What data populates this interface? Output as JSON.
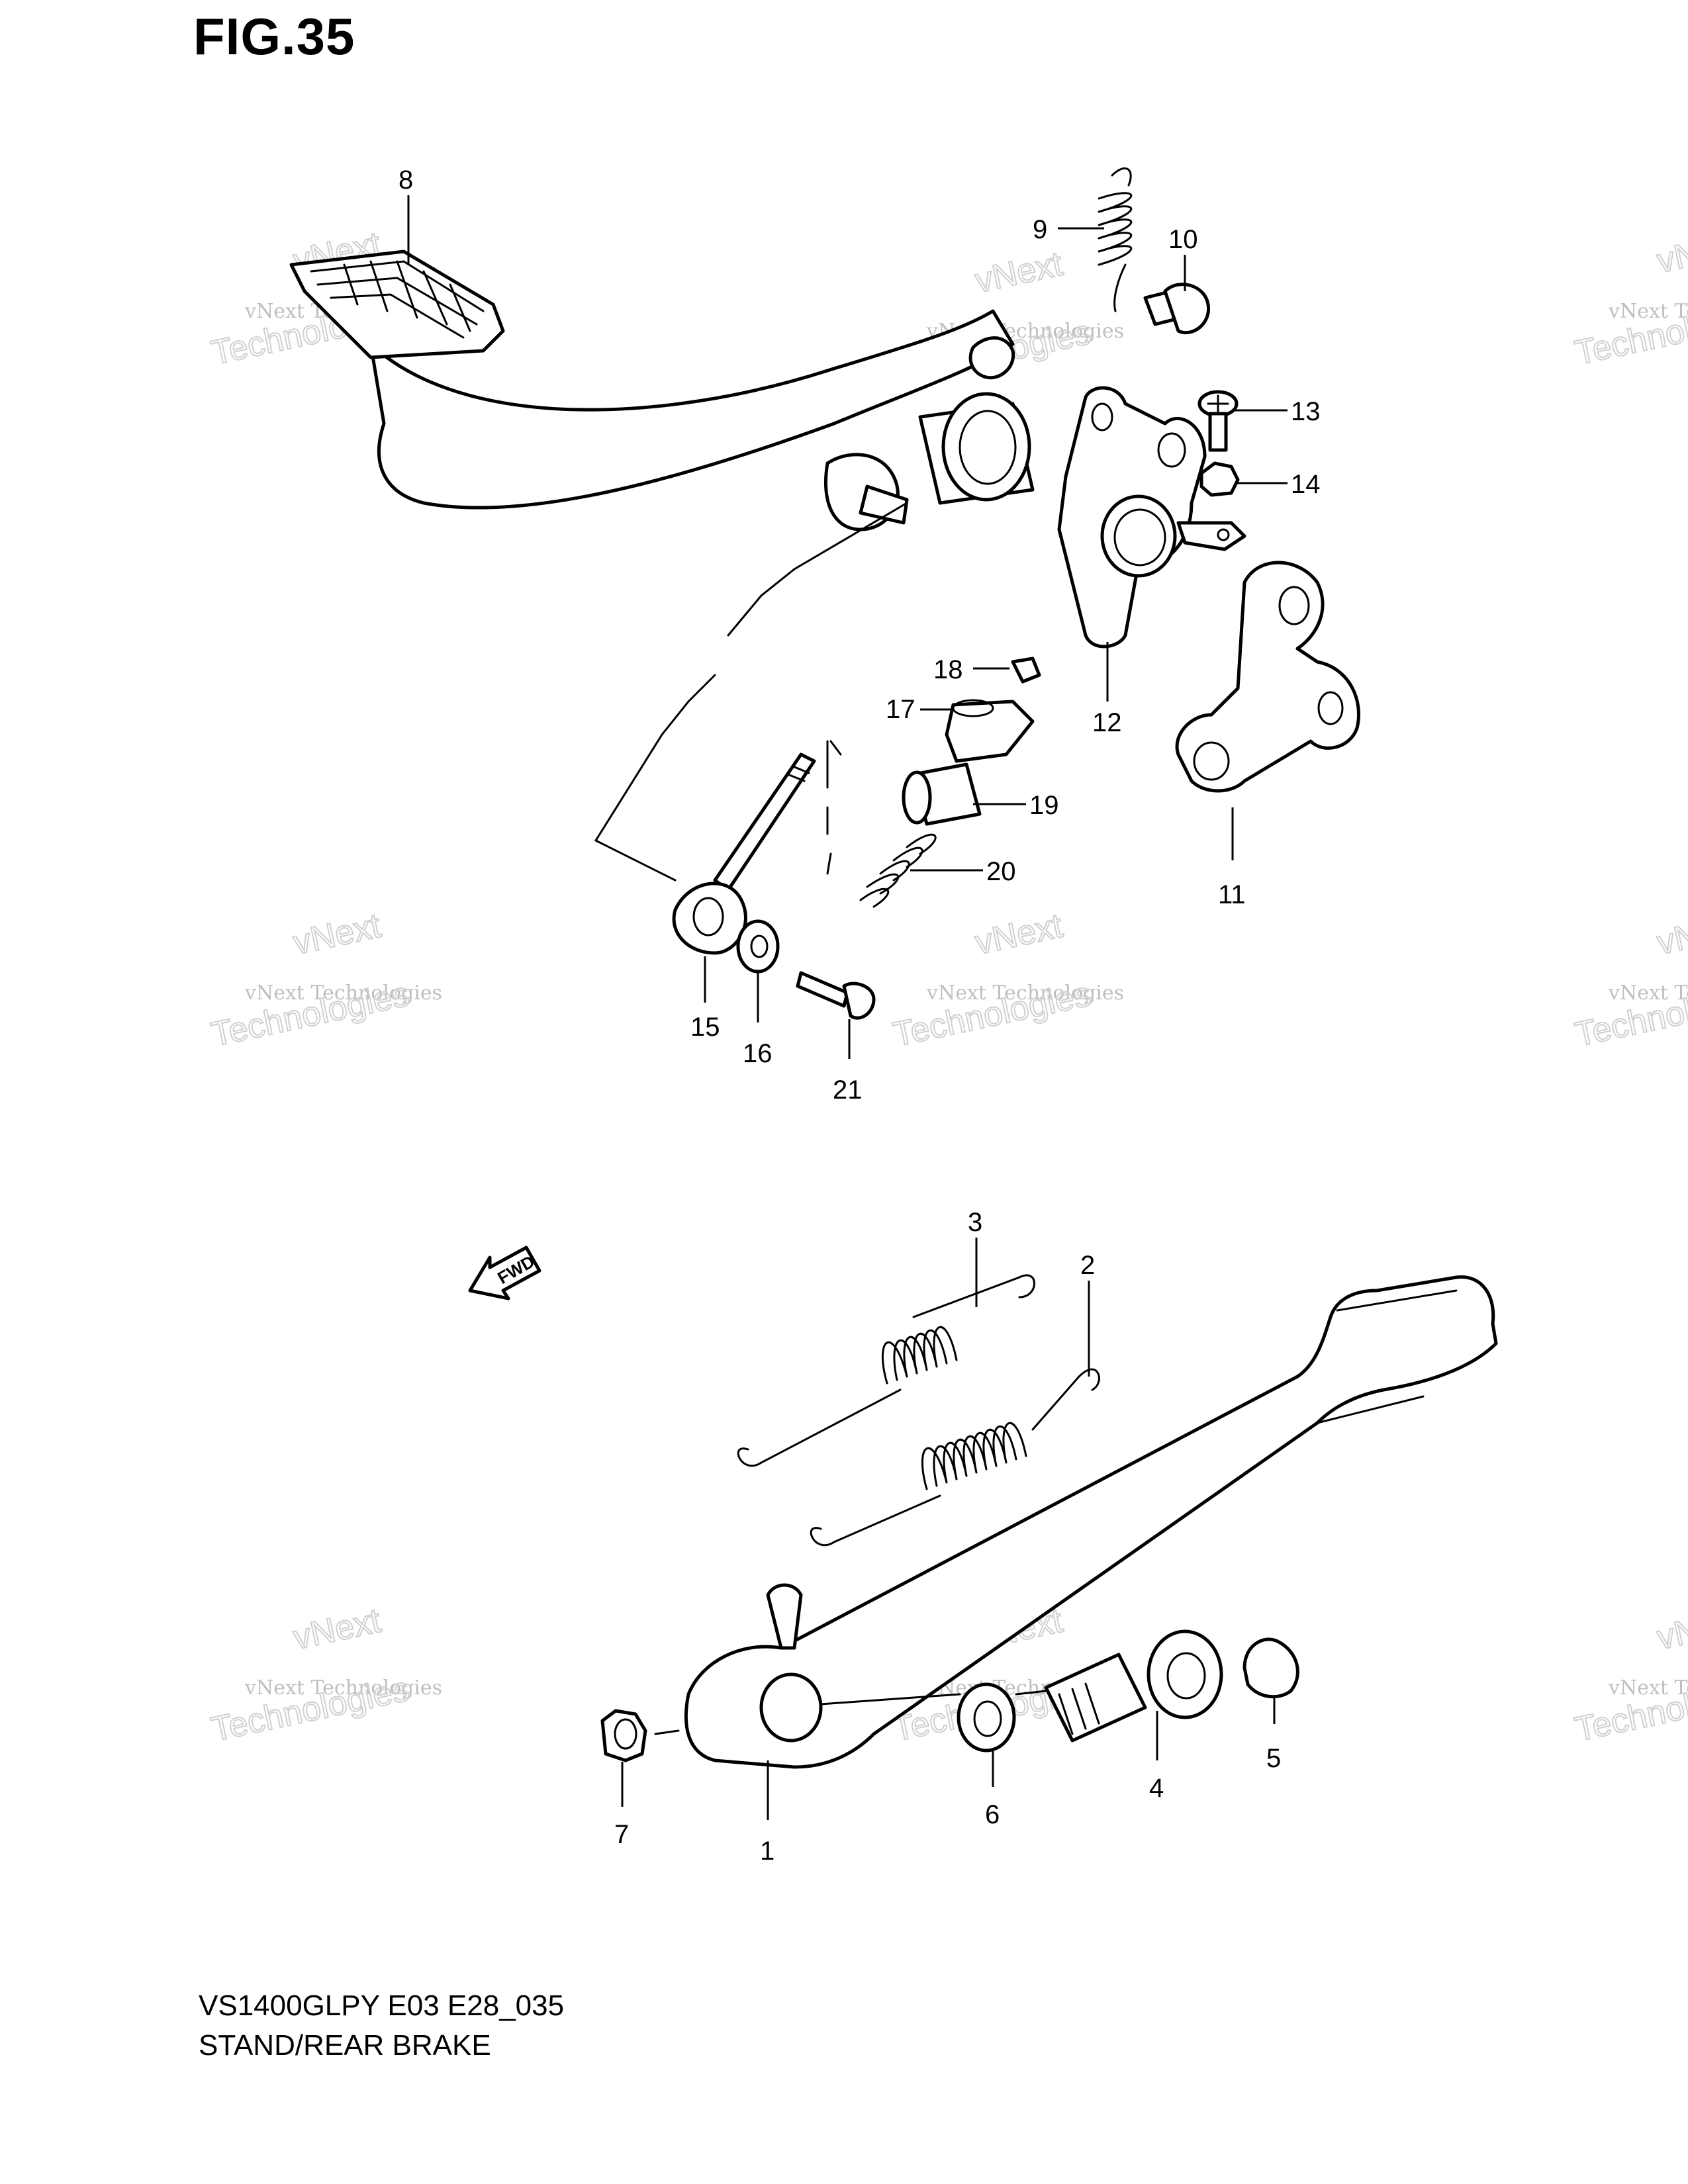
{
  "figure": {
    "title": "FIG.35",
    "model_code": "VS1400GLPY E03 E28_035",
    "caption": "STAND/REAR BRAKE"
  },
  "direction_arrow": {
    "label": "FWD"
  },
  "watermark": {
    "line1": "vNext Technologies",
    "line2a": "vNext",
    "line2b": "Technologies"
  },
  "callouts": [
    {
      "id": "8",
      "label": "8"
    },
    {
      "id": "9",
      "label": "9"
    },
    {
      "id": "10",
      "label": "10"
    },
    {
      "id": "13",
      "label": "13"
    },
    {
      "id": "14",
      "label": "14"
    },
    {
      "id": "12",
      "label": "12"
    },
    {
      "id": "11",
      "label": "11"
    },
    {
      "id": "18",
      "label": "18"
    },
    {
      "id": "17",
      "label": "17"
    },
    {
      "id": "19",
      "label": "19"
    },
    {
      "id": "20",
      "label": "20"
    },
    {
      "id": "15",
      "label": "15"
    },
    {
      "id": "16",
      "label": "16"
    },
    {
      "id": "21",
      "label": "21"
    },
    {
      "id": "3",
      "label": "3"
    },
    {
      "id": "2",
      "label": "2"
    },
    {
      "id": "7",
      "label": "7"
    },
    {
      "id": "1",
      "label": "1"
    },
    {
      "id": "6",
      "label": "6"
    },
    {
      "id": "4",
      "label": "4"
    },
    {
      "id": "5",
      "label": "5"
    }
  ]
}
